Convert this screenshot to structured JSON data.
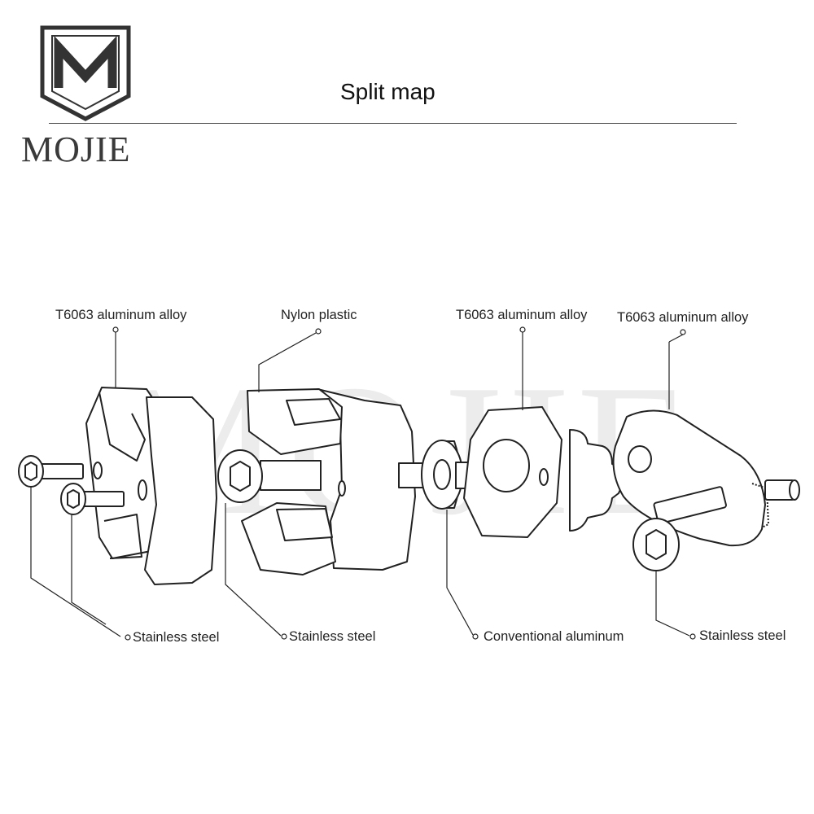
{
  "header": {
    "brand": "MOJIE",
    "title": "Split map",
    "watermark": "MOJIE"
  },
  "labels": {
    "top1": "T6063 aluminum alloy",
    "top2": "Nylon plastic",
    "top3": "T6063 aluminum alloy",
    "top4": "T6063 aluminum alloy",
    "bottom1": "Stainless steel",
    "bottom2": "Stainless steel",
    "bottom3": "Conventional aluminum",
    "bottom4": "Stainless steel"
  },
  "colors": {
    "line": "#222222",
    "fill": "#ffffff",
    "watermark": "#ececec"
  }
}
